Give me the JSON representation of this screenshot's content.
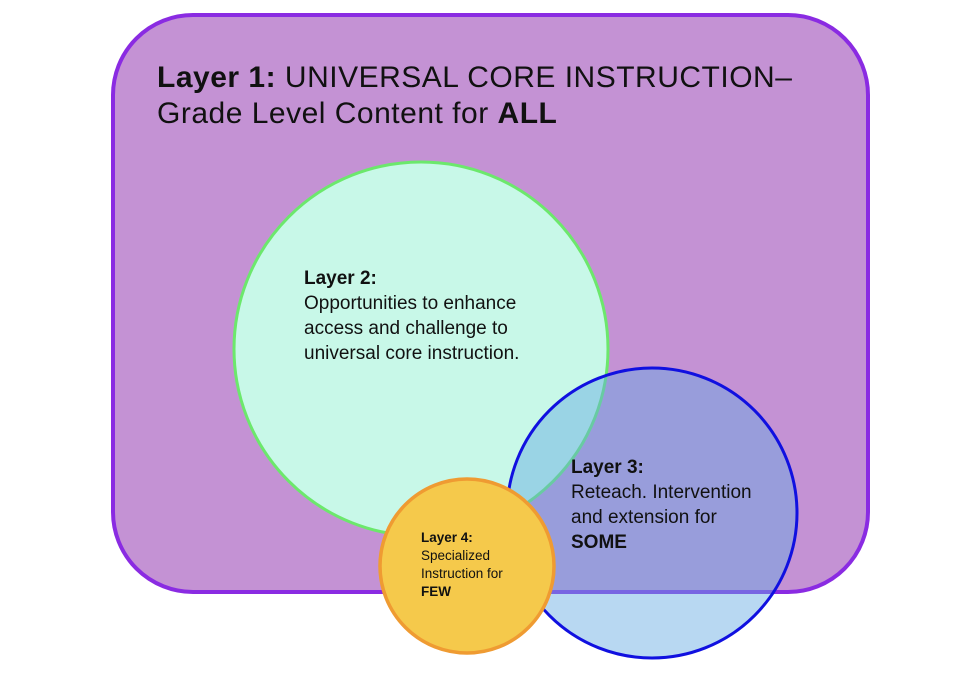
{
  "layer1": {
    "label": "Layer 1:",
    "text": " UNIVERSAL CORE INSTRUCTION–Grade Level Content for ",
    "emphasis": "ALL",
    "color": "#c492d4",
    "border": "#8a2be2"
  },
  "layer2": {
    "label": "Layer 2:",
    "text": "Opportunities to enhance access and challenge to universal core instruction.",
    "color": "#c8f8e8",
    "border": "#6ce86c"
  },
  "layer3": {
    "label": "Layer 3:",
    "text": "Reteach. Intervention and extension for ",
    "emphasis": "SOME",
    "color": "#64aae3",
    "border": "#1010e0"
  },
  "layer4": {
    "label": "Layer 4:",
    "text": "Specialized Instruction for ",
    "emphasis": "FEW",
    "color": "#f5c94b",
    "border": "#ef9b32"
  }
}
